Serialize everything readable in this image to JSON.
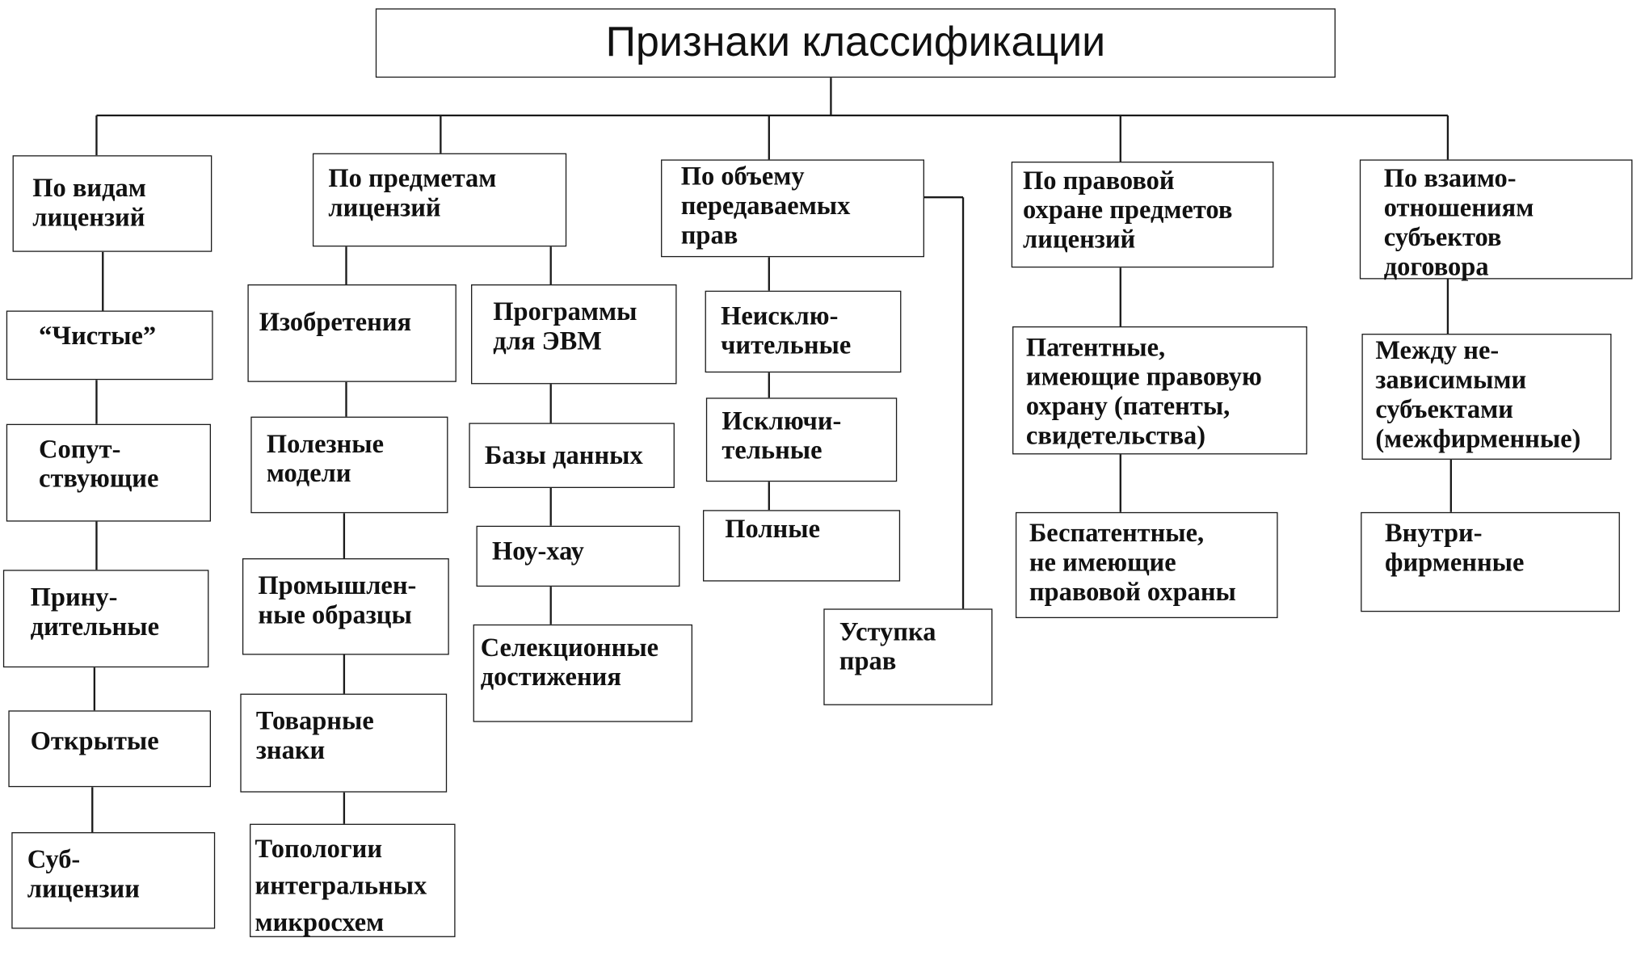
{
  "title": "Признаки классификации",
  "categories": {
    "license_types": {
      "label": "По видам\nлицензий",
      "items": [
        "“Чистые”",
        "Сопут-\nствующие",
        "Прину-\nдительные",
        "Открытые",
        "Суб-\nлицензии"
      ]
    },
    "license_subjects": {
      "label": "По предметам\nлицензий",
      "items_left": [
        "Изобретения",
        "Полезные\nмодели",
        "Промышлен-\nные образцы",
        "Товарные\nзнаки",
        "Топологии\nинтегральных\nмикросхем"
      ],
      "items_right": [
        "Программы\nдля  ЭВМ",
        "Базы данных",
        "Ноу-хау",
        "Селекционные\nдостижения"
      ]
    },
    "rights_volume": {
      "label": "По объему\nпередаваемых\nправ",
      "items": [
        "Неисклю-\nчительные",
        "Исключи-\nтельные",
        "Полные"
      ],
      "side_item": "Уступка\nправ"
    },
    "legal_protection": {
      "label": "По правовой\nохране предметов\nлицензий",
      "items": [
        "Патентные,\nимеющие  правовую\nохрану (патенты,\nсвидетельства)",
        "Беспатентные,\nне имеющие\nправовой охраны"
      ]
    },
    "relations": {
      "label": "По взаимо-\nотношениям\nсубъектов\nдоговора",
      "items": [
        "Между не-\nзависимыми\nсубъектами\n(межфирменные)",
        "Внутри-\nфирменные"
      ]
    }
  }
}
